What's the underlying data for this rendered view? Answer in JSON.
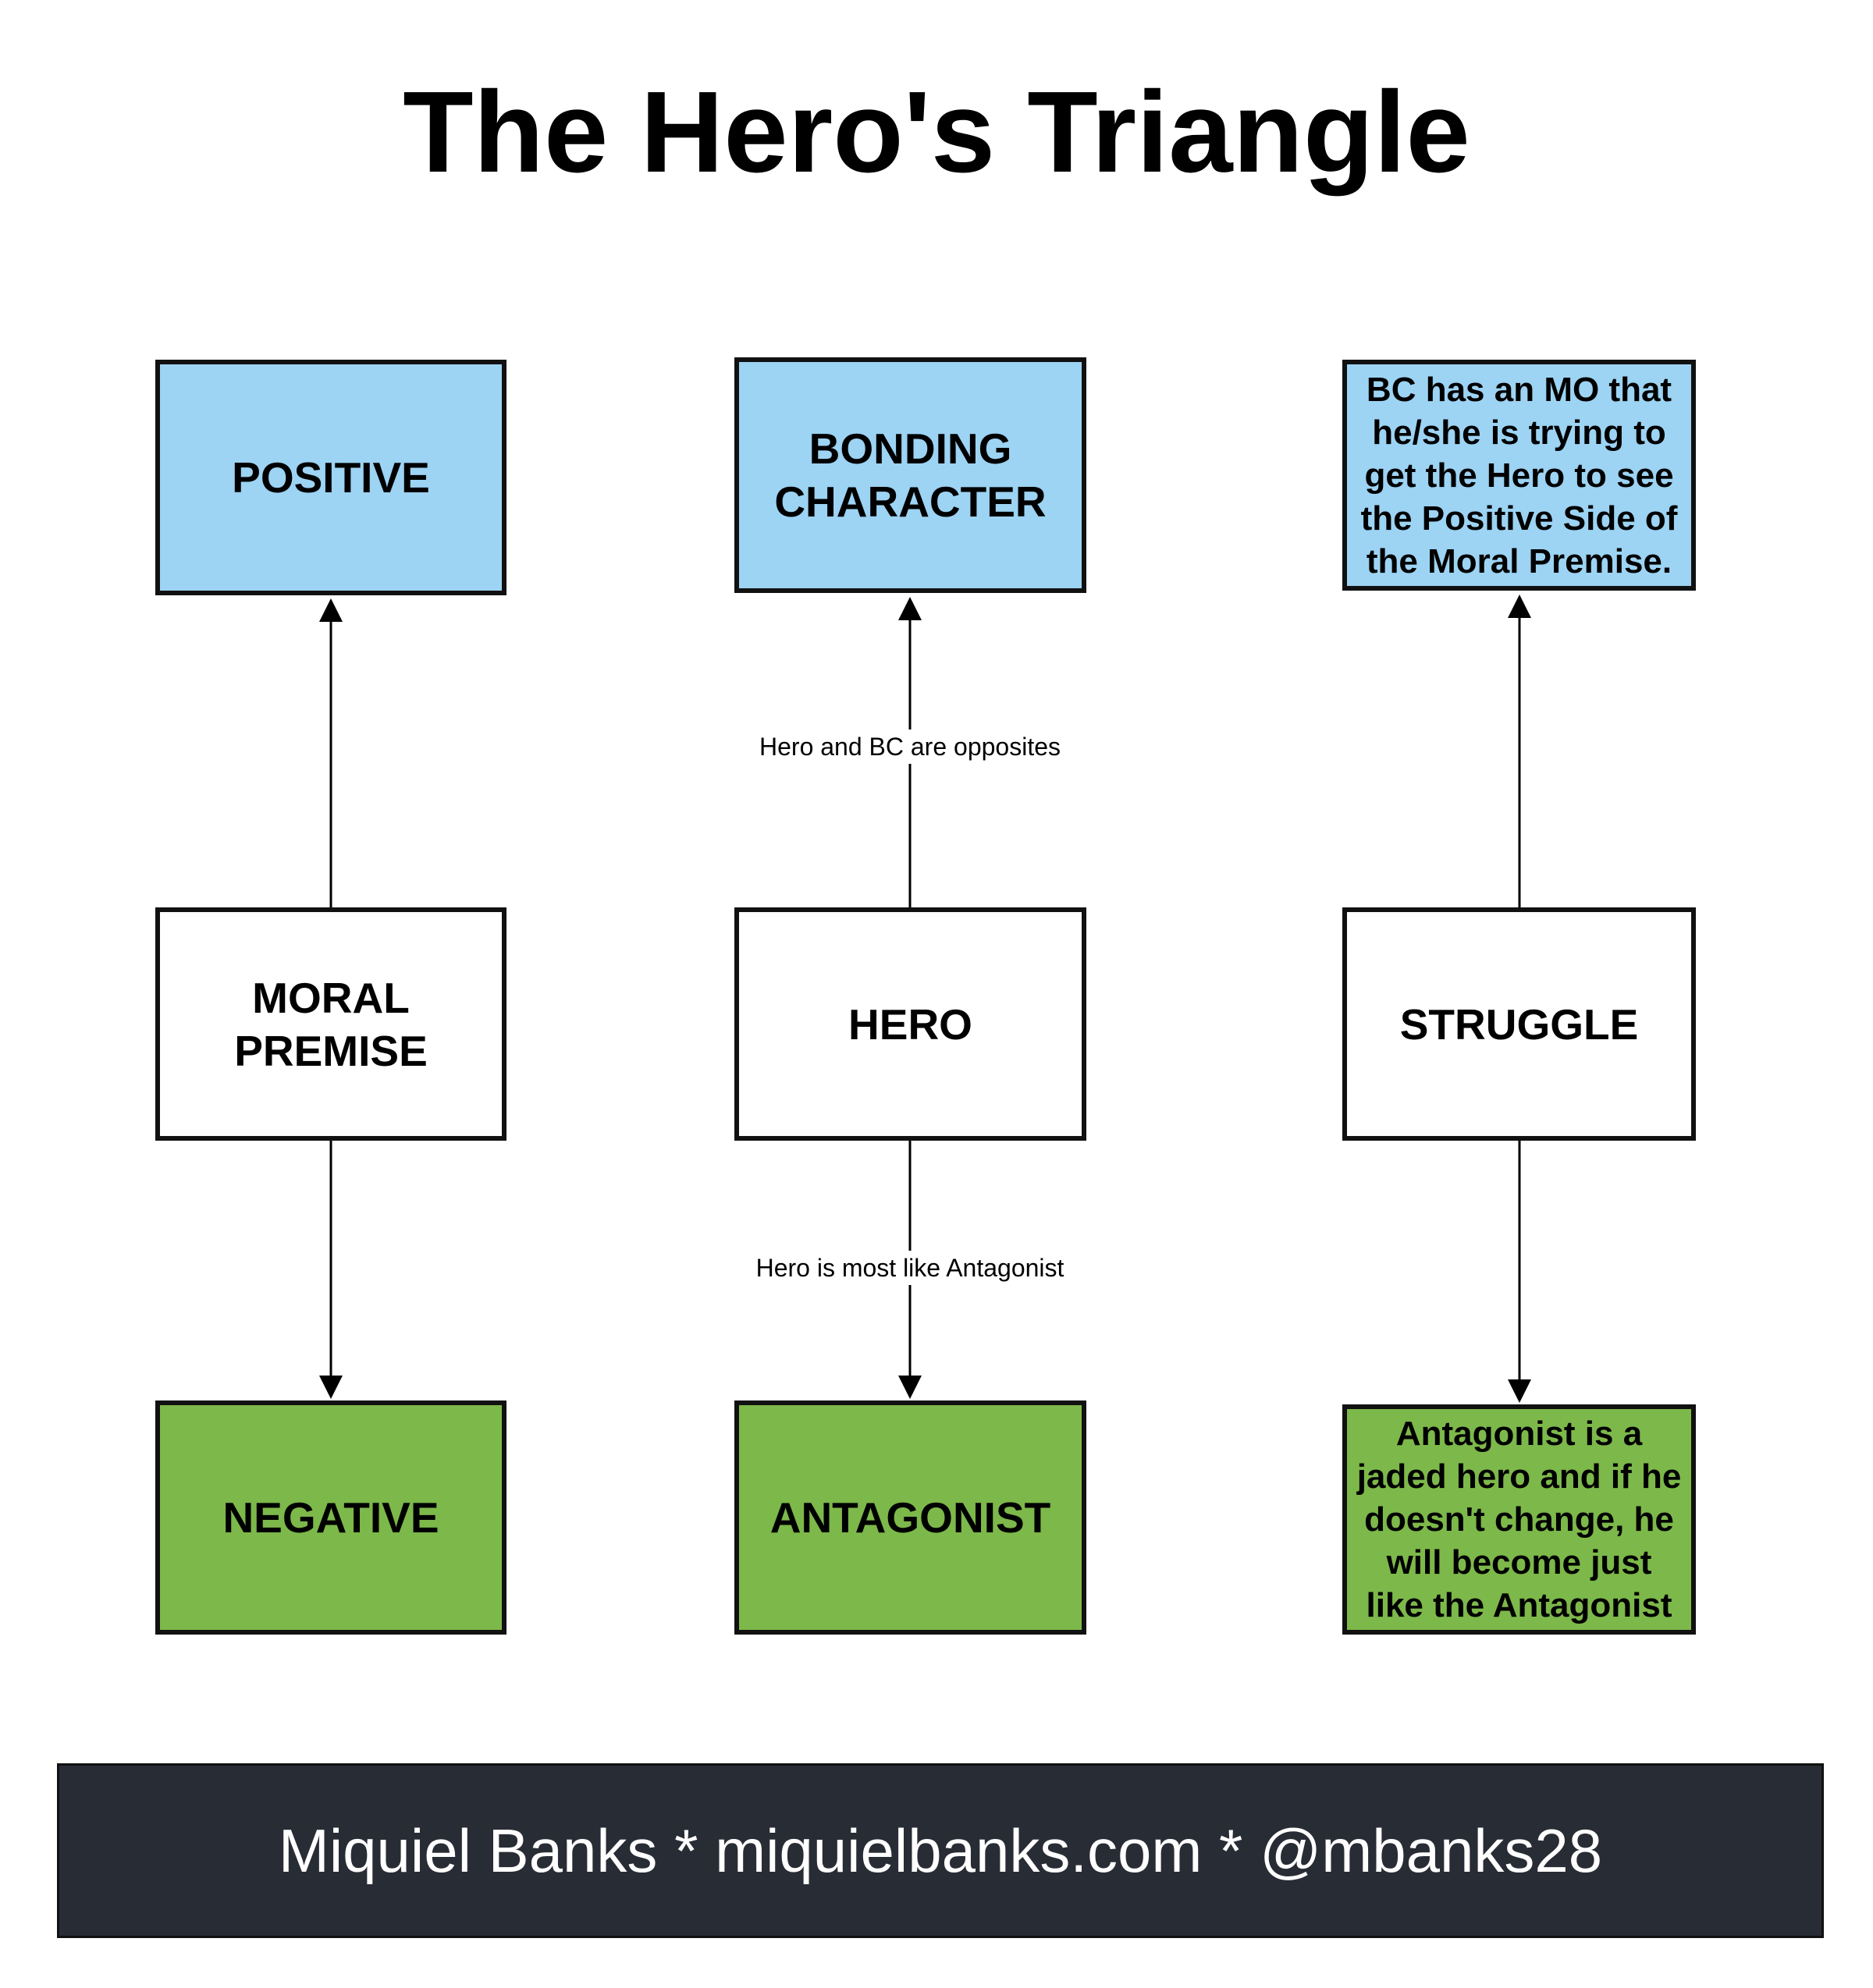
{
  "title": "The Hero's Triangle",
  "colors": {
    "positive": "#9dd3f3",
    "neutral": "#ffffff",
    "negative": "#7db84a",
    "footer_bg": "#282c34"
  },
  "columns": [
    {
      "top": {
        "text": "POSITIVE"
      },
      "middle": {
        "text": "MORAL PREMISE"
      },
      "bottom": {
        "text": "NEGATIVE"
      },
      "upper_edge_label": "",
      "lower_edge_label": ""
    },
    {
      "top": {
        "text": "BONDING CHARACTER"
      },
      "middle": {
        "text": "HERO"
      },
      "bottom": {
        "text": "ANTAGONIST"
      },
      "upper_edge_label": "Hero and BC are opposites",
      "lower_edge_label": "Hero is most like Antagonist"
    },
    {
      "top": {
        "text": "BC has an MO that he/she is trying to get the Hero to see the Positive Side of the Moral Premise."
      },
      "middle": {
        "text": "STRUGGLE"
      },
      "bottom": {
        "text": "Antagonist is a jaded hero and if he doesn't change, he will become just like the Antagonist"
      },
      "upper_edge_label": "",
      "lower_edge_label": ""
    }
  ],
  "footer": {
    "text": "Miquiel Banks * miquielbanks.com * @mbanks28"
  }
}
